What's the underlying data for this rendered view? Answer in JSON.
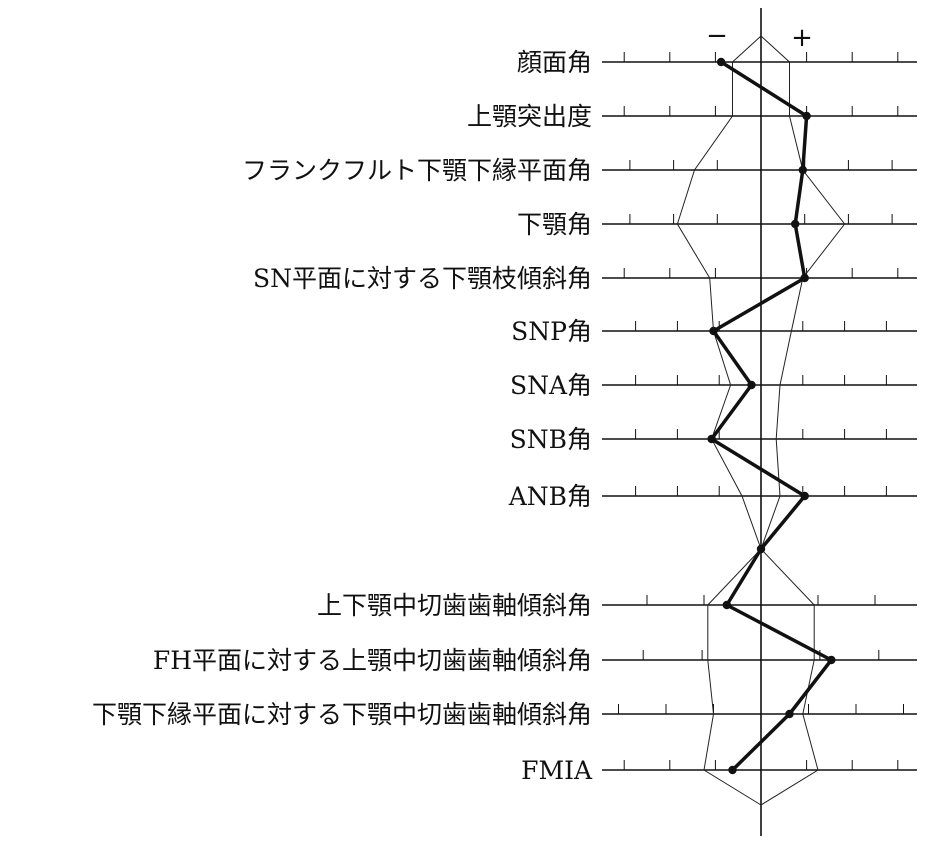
{
  "chart_data": {
    "type": "line",
    "title": "",
    "minus_symbol": "−",
    "plus_symbol": "+",
    "categories": [
      "顔面角",
      "上顎突出度",
      "フランクフルト下顎下縁平面角",
      "下顎角",
      "SN平面に対する下顎枝傾斜角",
      "SNP角",
      "SNA角",
      "SNB角",
      "ANB角",
      "",
      "上下顎中切歯歯軸傾斜角",
      "FH平面に対する上顎中切歯歯軸傾斜角",
      "下顎下縁平面に対する下顎中切歯歯軸傾斜角",
      "FMIA"
    ],
    "series": [
      {
        "values": [
          -1.05,
          1.2,
          1.1,
          0.9,
          1.15,
          -1.25,
          -0.25,
          -1.3,
          1.15,
          0,
          -0.9,
          1.85,
          0.75,
          -0.75
        ]
      }
    ],
    "range_band": {
      "lower": [
        -0.75,
        -0.75,
        -1.75,
        -2.2,
        -1.35,
        -1.25,
        -0.8,
        -1.3,
        -0.5,
        0,
        -1.4,
        -1.4,
        -1.25,
        -1.5
      ],
      "upper": [
        0.75,
        0.75,
        1.1,
        2.2,
        1.1,
        0.8,
        0.5,
        0.4,
        0.5,
        0,
        1.4,
        1.4,
        1.1,
        1.5
      ]
    },
    "axis_top": 0,
    "axis_bottom": 0,
    "xlim": [
      -3.8,
      4.0
    ],
    "grid": false,
    "legend": "none"
  }
}
